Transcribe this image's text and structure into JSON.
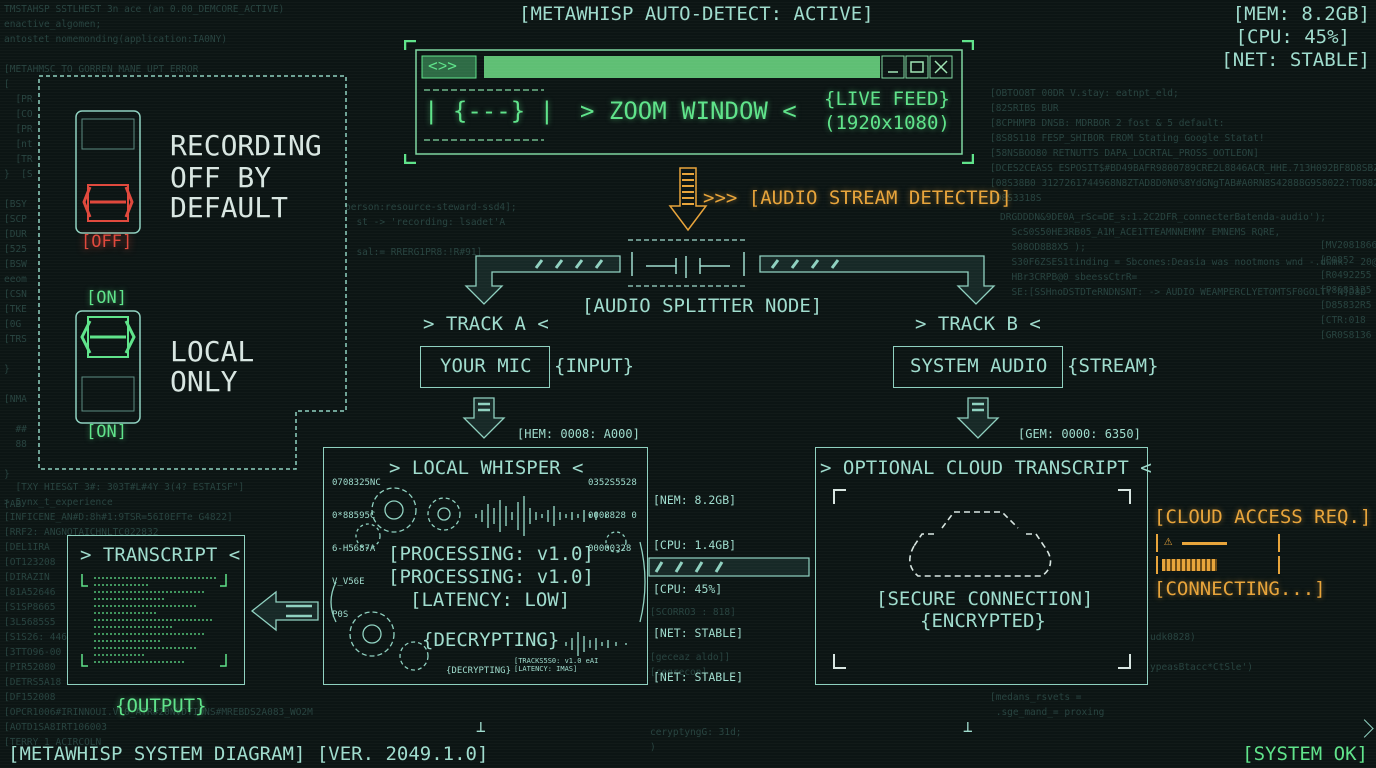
{
  "header": {
    "title": "[METAWHISP AUTO-DETECT: ACTIVE]"
  },
  "stats": [
    "[MEM: 8.2GB]",
    "[CPU: 45%]",
    "[NET: STABLE]"
  ],
  "recording_panel": {
    "off_line1": "RECORDING",
    "off_line2": "OFF BY",
    "off_line3": "DEFAULT",
    "off_label": "[OFF]",
    "on_top_label": "[ON]",
    "on_bottom_label": "[ON]",
    "local_line1": "LOCAL",
    "local_line2": "ONLY"
  },
  "zoom_window": {
    "nav_glyph": "<˃>",
    "brace_glyph": "| {---} |",
    "title": "> ZOOM WINDOW <",
    "feed_line1": "{LIVE FEED}",
    "feed_line2": "(1920x1080)"
  },
  "audio_stream": {
    "label": ">>> [AUDIO STREAM DETECTED]"
  },
  "splitter": {
    "label": "[AUDIO SPLITTER NODE]"
  },
  "track_a": {
    "label": "> TRACK A <",
    "box": "YOUR MIC",
    "tag": "{INPUT}"
  },
  "track_b": {
    "label": "> TRACK B <",
    "box": "SYSTEM AUDIO",
    "tag": "{STREAM}"
  },
  "local_whisper": {
    "mem_tag": "[HEM: 0008: A000]",
    "title": "> LOCAL WHISPER <",
    "hex_left": [
      "0708325NC",
      "0*88595C",
      "6-H5687A",
      "V_V56E",
      "P0S"
    ],
    "hex_right": [
      "0352S5528",
      "0008828 0",
      "00000328"
    ],
    "status1": "[PROCESSING: v1.0]",
    "status2": "[PROCESSING: v1.0]",
    "status3": "[LATENCY: LOW]",
    "status4": "{DECRYPTING}",
    "footer_small": "{DECRYPTING}",
    "footer_right": "[TRACKS5S0: v1.0 eAI [LATENCY: IMAS]"
  },
  "side_stats": [
    "[NEM: 8.2GB]",
    "[CPU: 1.4GB]",
    "[CPU: 45%]",
    "[NET: STABLE]",
    "[NET: STABLE]"
  ],
  "cloud_panel": {
    "mem_tag": "[GEM: 0000: 6350]",
    "title": "> OPTIONAL CLOUD TRANSCRIPT <",
    "line1": "[SECURE CONNECTION]",
    "line2": "{ENCRYPTED}"
  },
  "cloud_access": {
    "title": "[CLOUD ACCESS REQ.]",
    "warn_glyph": "⚠",
    "progress": 0.5,
    "status": "[CONNECTING...]"
  },
  "transcript": {
    "title": "> TRANSCRIPT <",
    "tag": "{OUTPUT}"
  },
  "footer": {
    "left": "[METAWHISP SYSTEM DIAGRAM] [VER. 2049.1.0]",
    "right": "[SYSTEM OK]"
  },
  "colors": {
    "teal": "#9fdccd",
    "green": "#5fe38a",
    "orange": "#e8a43a",
    "red": "#e0483c",
    "background": "#0c1514"
  },
  "icons": [
    "gear-icon",
    "waveform-icon",
    "cloud-icon",
    "warning-icon",
    "arrow-down-icon",
    "arrow-left-icon",
    "car-icon"
  ]
}
